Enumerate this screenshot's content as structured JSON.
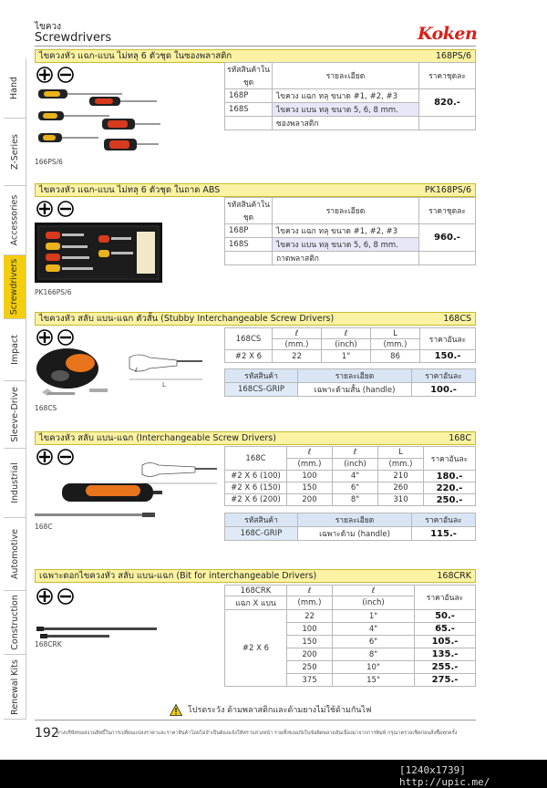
{
  "header": {
    "thai": "ไขควง",
    "english": "Screwdrivers",
    "brand": "Koken"
  },
  "tabs": [
    {
      "label": "Hand",
      "active": false
    },
    {
      "label": "Z-Series",
      "active": false
    },
    {
      "label": "Accessories",
      "active": false
    },
    {
      "label": "Screwdrivers",
      "active": true
    },
    {
      "label": "Impact",
      "active": false
    },
    {
      "label": "Sleeve-Drive",
      "active": false
    },
    {
      "label": "Industrial",
      "active": false
    },
    {
      "label": "Automotive",
      "active": false
    },
    {
      "label": "Construction",
      "active": false
    },
    {
      "label": "Renewal Kits",
      "active": false
    }
  ],
  "s1": {
    "title": "ไขควงหัว แฉก-แบน ไม่ทลุ 6 ตัวชุด ในซองพลาสติก",
    "code": "168PS/6",
    "caption": "166PS/6",
    "h_code": "รหัสสินค้าในชุด",
    "h_detail": "รายละเอียด",
    "h_price": "ราคาชุดละ",
    "rows": [
      {
        "code": "168P",
        "detail": "ไขควง แฉก ทลุ ขนาด #1, #2, #3"
      },
      {
        "code": "168S",
        "detail": "ไขควง แบน ทลุ ขนาด 5, 6, 8 mm."
      }
    ],
    "extra": "ซองพลาสติก",
    "price": "820.-"
  },
  "s2": {
    "title": "ไขควงหัว แฉก-แบน ไม่ทลุ 6 ตัวชุด ในถาด ABS",
    "code": "PK168PS/6",
    "caption": "PK166PS/6",
    "h_code": "รหัสสินค้าในชุด",
    "h_detail": "รายละเอียด",
    "h_price": "ราคาชุดละ",
    "rows": [
      {
        "code": "168P",
        "detail": "ไขควง แฉก ทลุ ขนาด #1, #2, #3"
      },
      {
        "code": "168S",
        "detail": "ไขควง แบน ทลุ ขนาด 5, 6, 8 mm."
      }
    ],
    "extra": "ถาดพลาสติก",
    "price": "960.-"
  },
  "s3": {
    "title": "ไขควงหัว สลับ แบน-แฉก ตัวสั้น (Stubby Interchangeable Screw Drivers)",
    "code": "168CS",
    "caption": "168CS",
    "h_model": "168CS",
    "h_l1": "ℓ",
    "h_l1u": "(mm.)",
    "h_l2": "ℓ",
    "h_l2u": "(inch)",
    "h_L": "L",
    "h_Lu": "(mm.)",
    "h_price": "ราคาอันละ",
    "row": {
      "size": "#2 X 6",
      "l_mm": "22",
      "l_in": "1\"",
      "L_mm": "86",
      "price": "150.-"
    },
    "grip_h_code": "รหัสสินค้า",
    "grip_h_detail": "รายละเอียด",
    "grip_h_price": "ราคาอันละ",
    "grip": {
      "code": "168CS-GRIP",
      "detail": "เฉพาะด้ามสั้น (handle)",
      "price": "100.-"
    }
  },
  "s4": {
    "title": "ไขควงหัว สลับ แบน-แฉก (Interchangeable Screw Drivers)",
    "code": "168C",
    "caption": "168C",
    "h_model": "168C",
    "h_l1": "ℓ",
    "h_l1u": "(mm.)",
    "h_l2": "ℓ",
    "h_l2u": "(inch)",
    "h_L": "L",
    "h_Lu": "(mm.)",
    "h_price": "ราคาอันละ",
    "rows": [
      {
        "size": "#2 X 6 (100)",
        "l_mm": "100",
        "l_in": "4\"",
        "L_mm": "210",
        "price": "180.-"
      },
      {
        "size": "#2 X 6 (150)",
        "l_mm": "150",
        "l_in": "6\"",
        "L_mm": "260",
        "price": "220.-"
      },
      {
        "size": "#2 X 6 (200)",
        "l_mm": "200",
        "l_in": "8\"",
        "L_mm": "310",
        "price": "250.-"
      }
    ],
    "grip_h_code": "รหัสสินค้า",
    "grip_h_detail": "รายละเอียด",
    "grip_h_price": "ราคาอันละ",
    "grip": {
      "code": "168C-GRIP",
      "detail": "เฉพาะด้าม (handle)",
      "price": "115.-"
    }
  },
  "s5": {
    "title": "เฉพาะดอกไขควงหัว สลับ แบน-แฉก (Bit for interchangeable Drivers)",
    "code": "168CRK",
    "caption": "168CRK",
    "h_model": "168CRK",
    "h_model2": "แฉก X แบน",
    "h_l1": "ℓ",
    "h_l1u": "(mm.)",
    "h_l2": "ℓ",
    "h_l2u": "(inch)",
    "h_price": "ราคาอันละ",
    "size": "#2 X 6",
    "rows": [
      {
        "l_mm": "22",
        "l_in": "1\"",
        "price": "50.-"
      },
      {
        "l_mm": "100",
        "l_in": "4\"",
        "price": "65.-"
      },
      {
        "l_mm": "150",
        "l_in": "6\"",
        "price": "105.-"
      },
      {
        "l_mm": "200",
        "l_in": "8\"",
        "price": "135.-"
      },
      {
        "l_mm": "250",
        "l_in": "10\"",
        "price": "255.-"
      },
      {
        "l_mm": "375",
        "l_in": "15\"",
        "price": "275.-"
      }
    ]
  },
  "warning": "โปรดระวัง ด้ามพลาสติกและด้ามยางไม่ใช้ด้ามกันไฟ",
  "footer": {
    "page": "192",
    "note": "ทางบริษัทขอสงวนสิทธิ์ในการเปลี่ยนแปลงราคาและราคาสินค้าโดยไม่จำเป็นต้องแจ้งให้ทราบล่วงหน้า รวมทั้งขออภัยในข้อผิดพลาดอันเนื่องมาจากการพิมพ์ กรุณาตรวจเช็คก่อนสั่งซื้อทุกครั้ง"
  },
  "watermark": "[1240x1739] http://upic.me/"
}
